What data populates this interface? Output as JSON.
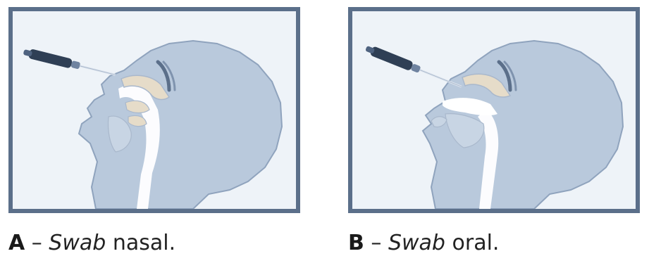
{
  "panels": [
    {
      "letter": "A",
      "dash": " – ",
      "emphasis": "Swab",
      "rest": " nasal.",
      "variant": "nasal"
    },
    {
      "letter": "B",
      "dash": " – ",
      "emphasis": "Swab",
      "rest": " oral.",
      "variant": "oral"
    }
  ],
  "colors": {
    "frame": "#5b6f8a",
    "head_fill": "#b9c9dc",
    "head_stroke": "#8fa3bd",
    "swab_dark": "#2f3f55",
    "airway": "#ffffff",
    "structure": "#e6dcc9"
  }
}
